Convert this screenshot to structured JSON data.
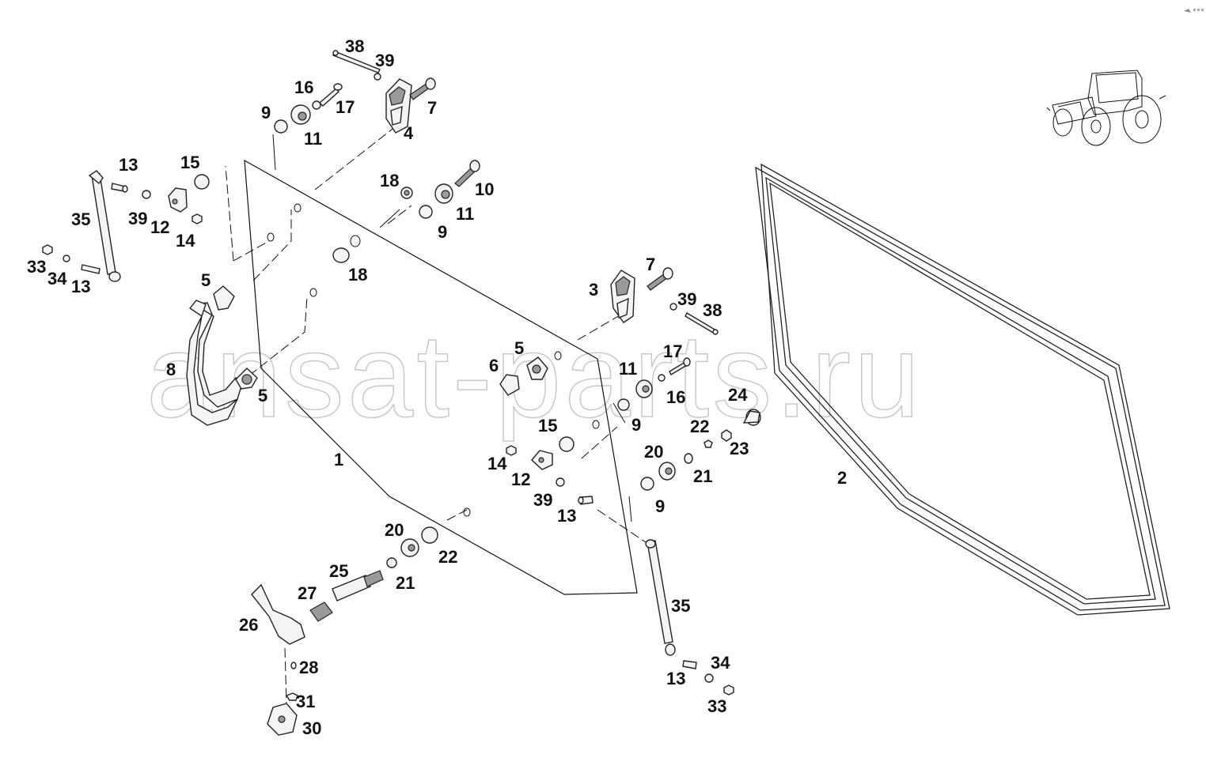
{
  "watermark": "ansat-parts.ru",
  "colors": {
    "line": "#111111",
    "watermark": "#c8c8c8",
    "background": "#ffffff"
  },
  "callouts": [
    {
      "id": "c38a",
      "text": "38"
    },
    {
      "id": "c39a",
      "text": "39"
    },
    {
      "id": "c16a",
      "text": "16"
    },
    {
      "id": "c17a",
      "text": "17"
    },
    {
      "id": "c7a",
      "text": "7"
    },
    {
      "id": "c9a",
      "text": "9"
    },
    {
      "id": "c11a",
      "text": "11"
    },
    {
      "id": "c4",
      "text": "4"
    },
    {
      "id": "c13a",
      "text": "13"
    },
    {
      "id": "c15a",
      "text": "15"
    },
    {
      "id": "c35a",
      "text": "35"
    },
    {
      "id": "c39b",
      "text": "39"
    },
    {
      "id": "c12a",
      "text": "12"
    },
    {
      "id": "c14a",
      "text": "14"
    },
    {
      "id": "c33a",
      "text": "33"
    },
    {
      "id": "c34a",
      "text": "34"
    },
    {
      "id": "c13b",
      "text": "13"
    },
    {
      "id": "c18a",
      "text": "18"
    },
    {
      "id": "c10",
      "text": "10"
    },
    {
      "id": "c11b",
      "text": "11"
    },
    {
      "id": "c9b",
      "text": "9"
    },
    {
      "id": "c18b",
      "text": "18"
    },
    {
      "id": "c5a",
      "text": "5"
    },
    {
      "id": "c7b",
      "text": "7"
    },
    {
      "id": "c3",
      "text": "3"
    },
    {
      "id": "c39c",
      "text": "39"
    },
    {
      "id": "c38b",
      "text": "38"
    },
    {
      "id": "c8",
      "text": "8"
    },
    {
      "id": "c5b",
      "text": "5"
    },
    {
      "id": "c6",
      "text": "6"
    },
    {
      "id": "c17b",
      "text": "17"
    },
    {
      "id": "c11c",
      "text": "11"
    },
    {
      "id": "c16b",
      "text": "16"
    },
    {
      "id": "c24",
      "text": "24"
    },
    {
      "id": "c5c",
      "text": "5"
    },
    {
      "id": "c9c",
      "text": "9"
    },
    {
      "id": "c22a",
      "text": "22"
    },
    {
      "id": "c15b",
      "text": "15"
    },
    {
      "id": "c23",
      "text": "23"
    },
    {
      "id": "c20a",
      "text": "20"
    },
    {
      "id": "c1",
      "text": "1"
    },
    {
      "id": "c14b",
      "text": "14"
    },
    {
      "id": "c21a",
      "text": "21"
    },
    {
      "id": "c12b",
      "text": "12"
    },
    {
      "id": "c39d",
      "text": "39"
    },
    {
      "id": "c9d",
      "text": "9"
    },
    {
      "id": "c13c",
      "text": "13"
    },
    {
      "id": "c2",
      "text": "2"
    },
    {
      "id": "c20b",
      "text": "20"
    },
    {
      "id": "c22b",
      "text": "22"
    },
    {
      "id": "c25",
      "text": "25"
    },
    {
      "id": "c21b",
      "text": "21"
    },
    {
      "id": "c27",
      "text": "27"
    },
    {
      "id": "c35b",
      "text": "35"
    },
    {
      "id": "c26",
      "text": "26"
    },
    {
      "id": "c28",
      "text": "28"
    },
    {
      "id": "c34b",
      "text": "34"
    },
    {
      "id": "c13d",
      "text": "13"
    },
    {
      "id": "c33b",
      "text": "33"
    },
    {
      "id": "c31",
      "text": "31"
    },
    {
      "id": "c30",
      "text": "30"
    }
  ],
  "parts": {
    "p1": "glass-panel",
    "p2": "door-seal",
    "p3": "hinge-right",
    "p4": "hinge-top",
    "p5": "bushing-pad",
    "p6": "catch-cap",
    "p7": "hinge-bolt",
    "p8": "grab-handle",
    "p9": "washer",
    "p10": "screw",
    "p11": "rubber-grommet",
    "p12": "strut-bracket",
    "p13": "ball-stud",
    "p14": "nut",
    "p15": "washer-large",
    "p16": "bolt",
    "p17": "bolt",
    "p18": "seal-ring",
    "p20": "grommet",
    "p21": "washer",
    "p22": "washer",
    "p23": "washer",
    "p24": "sleeve",
    "p25": "lock-shaft",
    "p26": "door-lever",
    "p27": "spring",
    "p28": "pin",
    "p30": "striker-plate",
    "p31": "screw",
    "p33": "nut",
    "p34": "washer",
    "p35": "gas-strut",
    "p38": "hinge-pin",
    "p39": "washer"
  },
  "corner_icon": "tractor-icon"
}
